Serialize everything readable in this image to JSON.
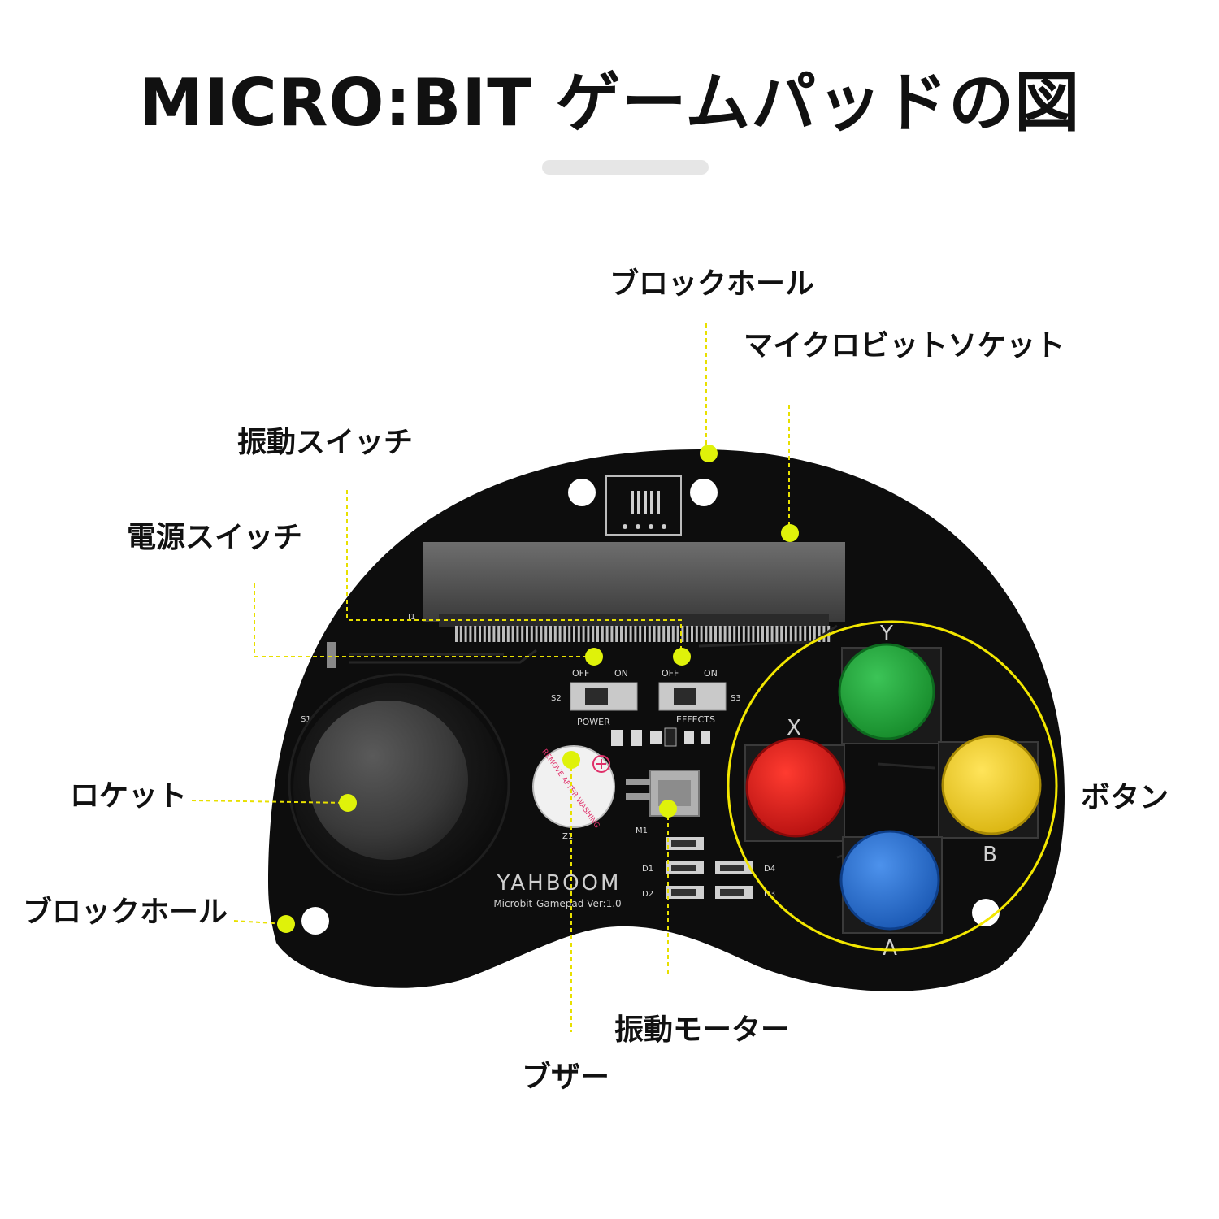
{
  "title": "MICRO:BIT ゲームパッドの図",
  "labels": {
    "block_hole_top": "ブロックホール",
    "socket": "マイクロビットソケット",
    "vibration_switch": "振動スイッチ",
    "power_switch": "電源スイッチ",
    "joystick": "ロケット",
    "block_hole_left": "ブロックホール",
    "buttons": "ボタン",
    "vibration_motor": "振動モーター",
    "buzzer": "ブザー"
  },
  "board": {
    "brand": "YAHBOOM",
    "model": "Microbit-Gamepad  Ver:1.0",
    "switch_off": "OFF",
    "switch_on": "ON",
    "power_text": "POWER",
    "effects_text": "EFFECTS",
    "s1": "S1",
    "s2": "S2",
    "s3": "S3",
    "m1": "M1",
    "z1": "Z1",
    "d1": "D1",
    "d2": "D2",
    "d3": "D3",
    "d4": "D4",
    "j1": "J1",
    "buzzer_sticker": "REMOVE AFTER WASHING",
    "btn_y": "Y",
    "btn_x": "X",
    "btn_b": "B",
    "btn_a": "A"
  },
  "colors": {
    "pcb": "#0d0d0d",
    "callout_dot": "#dff20a",
    "callout_line": "#e8e000",
    "ring": "#f2e600",
    "button_green": "#1fa637",
    "button_red": "#e01919",
    "button_yellow": "#f4d21c",
    "button_blue": "#2a73d6"
  }
}
